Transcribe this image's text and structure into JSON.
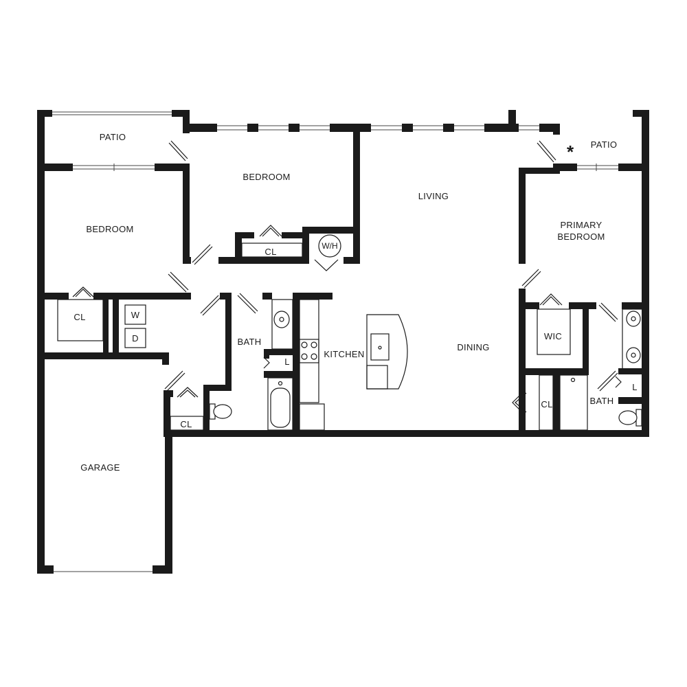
{
  "rooms": {
    "patio_left": "PATIO",
    "patio_right": "PATIO",
    "bedroom_left": "BEDROOM",
    "bedroom_top": "BEDROOM",
    "living": "LIVING",
    "primary_line1": "PRIMARY",
    "primary_line2": "BEDROOM",
    "kitchen": "KITCHEN",
    "dining": "DINING",
    "bath_left": "BATH",
    "bath_right": "BATH",
    "wic": "WIC",
    "garage": "GARAGE",
    "cl_bedroom_left": "CL",
    "cl_bedroom_top": "CL",
    "cl_hall": "CL",
    "cl_primary": "CL",
    "washer": "W",
    "dryer": "D",
    "water_heater": "W/H",
    "linen_left": "L",
    "linen_right": "L",
    "asterisk": "*"
  },
  "colors": {
    "wall": "#1b1b1b",
    "background": "#ffffff"
  }
}
